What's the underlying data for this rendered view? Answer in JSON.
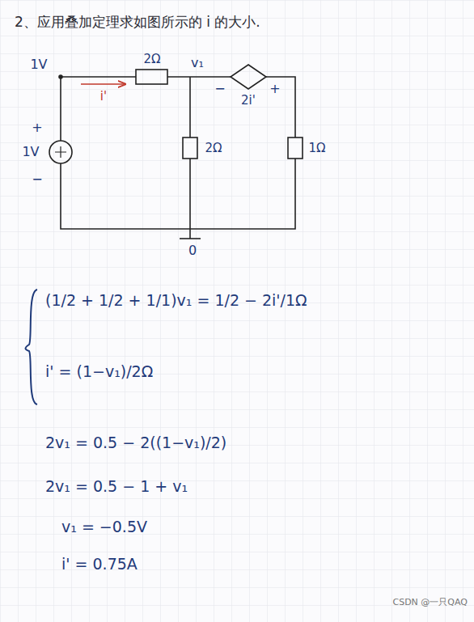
{
  "diagram": {
    "title": "2、应用叠加定理求如图所示的 i 的大小.",
    "labels": [
      "1V",
      "2Ω",
      "v₁",
      "i'",
      "+",
      "1V",
      "−",
      "−",
      "+",
      "2i'",
      "2Ω",
      "1Ω",
      "0",
      "(1/2 + 1/2 + 1/1)v₁ = 1/2 − 2i'/1Ω",
      "i' = (1−v₁)/2Ω",
      "2v₁ = 0.5 − 2((1−v₁)/2)",
      "2v₁ = 0.5 − 1 + v₁",
      "v₁ = −0.5V",
      "i' = 0.75A",
      "CSDN @一只QAQ"
    ]
  }
}
